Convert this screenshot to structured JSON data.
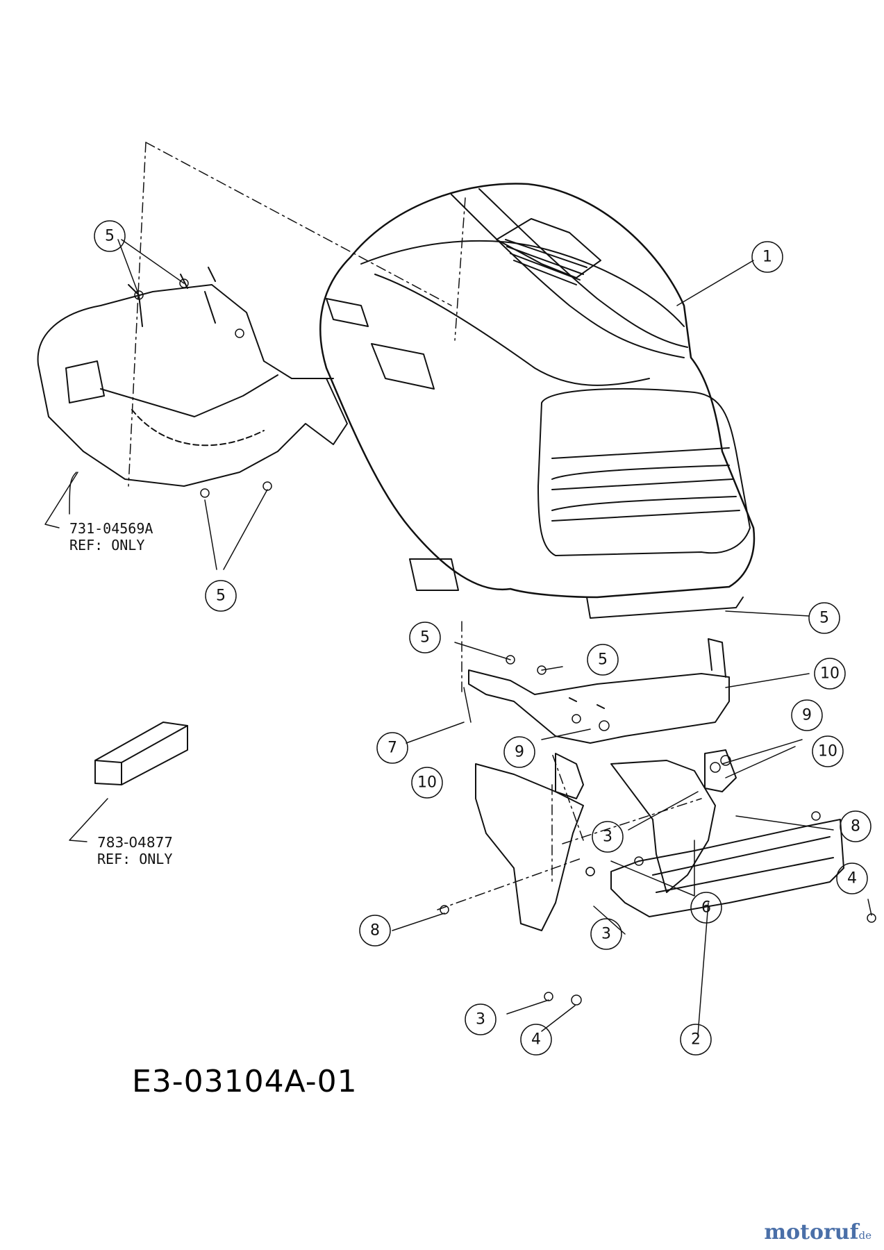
{
  "diagram": {
    "title": "E3-03104A-01",
    "references": [
      {
        "id": "ref-shroud",
        "part_number": "731-04569A",
        "note": "REF: ONLY"
      },
      {
        "id": "ref-bracket",
        "part_number": "783-04877",
        "note": "REF: ONLY"
      }
    ],
    "callouts": [
      {
        "id": "c1",
        "label": "1"
      },
      {
        "id": "c5a",
        "label": "5"
      },
      {
        "id": "c5b",
        "label": "5"
      },
      {
        "id": "c5c",
        "label": "5"
      },
      {
        "id": "c5d",
        "label": "5"
      },
      {
        "id": "c5e",
        "label": "5"
      },
      {
        "id": "c10a",
        "label": "10"
      },
      {
        "id": "c7",
        "label": "7"
      },
      {
        "id": "c9a",
        "label": "9"
      },
      {
        "id": "c9b",
        "label": "9"
      },
      {
        "id": "c10b",
        "label": "10"
      },
      {
        "id": "c10c",
        "label": "10"
      },
      {
        "id": "c3a",
        "label": "3"
      },
      {
        "id": "c8a",
        "label": "8"
      },
      {
        "id": "c6",
        "label": "6"
      },
      {
        "id": "c8b",
        "label": "8"
      },
      {
        "id": "c3b",
        "label": "3"
      },
      {
        "id": "c4a",
        "label": "4"
      },
      {
        "id": "c3c",
        "label": "3"
      },
      {
        "id": "c4b",
        "label": "4"
      },
      {
        "id": "c2",
        "label": "2"
      }
    ]
  },
  "watermark": {
    "brand": "motoruf",
    "tld": "de"
  }
}
